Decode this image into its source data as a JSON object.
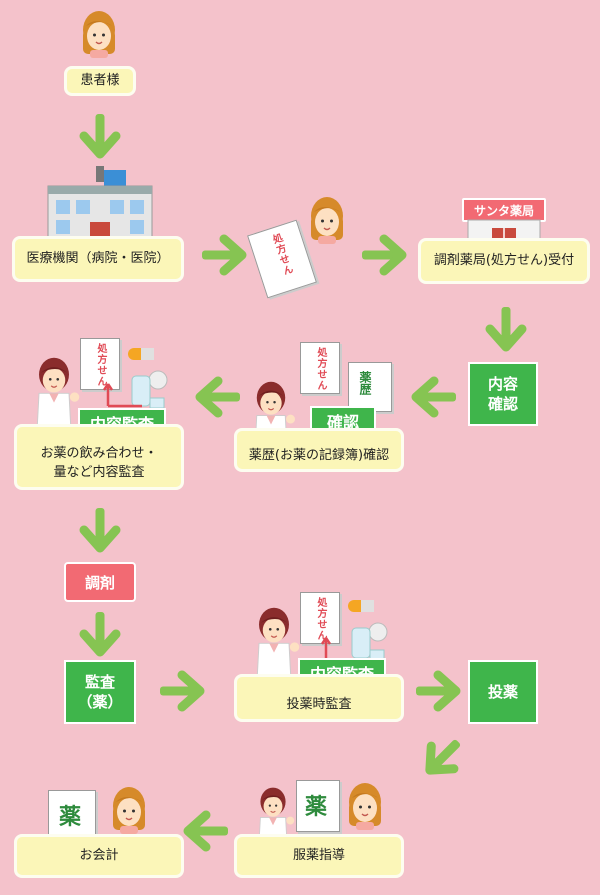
{
  "nodes": {
    "patient": "患者様",
    "hospital": "医療機関（病院・医院）",
    "pharmacy_sign": "サンタ薬局",
    "pharmacy_reception": "調剤薬局(処方せん)受付",
    "content_confirm": "内容\n確認",
    "record_confirm_badge": "確認",
    "record_note": "薬歴",
    "record_check": "薬歴(お薬の記録簿)確認",
    "audit_badge": "内容監査",
    "audit_desc": "お薬の飲み合わせ・\n量など内容監査",
    "dispensing": "調剤",
    "drug_audit": "監査\n（薬）",
    "admin_audit_badge": "内容監査",
    "admin_audit": "投薬時監査",
    "administration": "投薬",
    "medication_guidance": "服薬指導",
    "medicine_bag_label": "薬",
    "checkout": "お会計"
  },
  "prescription_label": "処方せん",
  "colors": {
    "background": "#f4c2cb",
    "arrow": "#86c452",
    "step_green": "#3fb54b",
    "step_red": "#f26a73",
    "label_box": "#fbf6b8"
  }
}
